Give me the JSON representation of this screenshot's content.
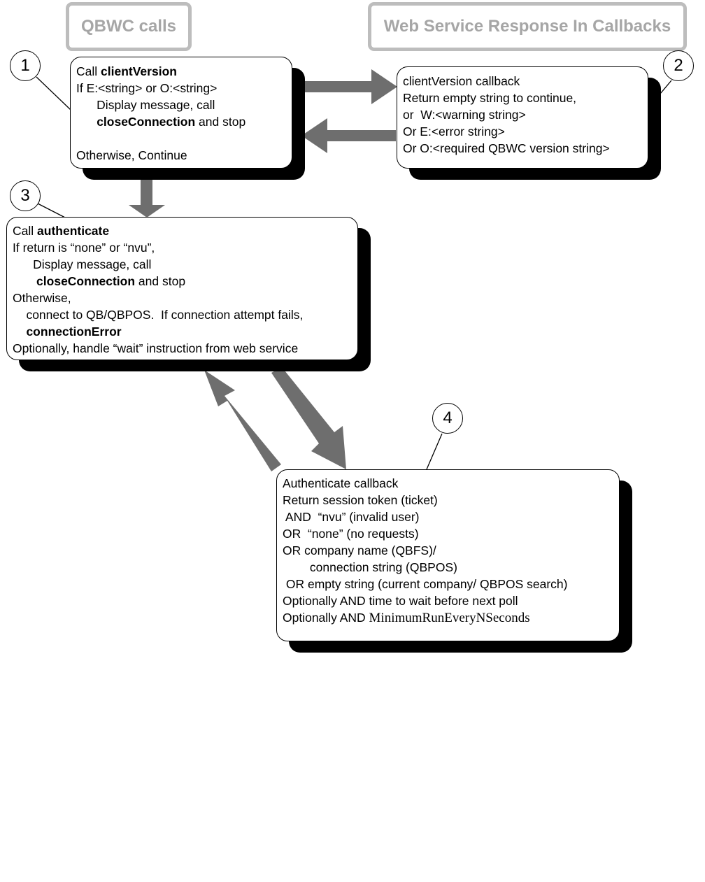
{
  "headers": {
    "qbwc": "QBWC calls",
    "web_service": "Web Service Response In Callbacks"
  },
  "steps": [
    {
      "number": "1",
      "lines": [
        [
          "Call ",
          "clientVersion"
        ],
        [
          "If E:<string> or O:<string>"
        ],
        [
          "      Display message, call"
        ],
        [
          "      ",
          "closeConnection",
          " and stop"
        ],
        [
          ""
        ],
        [
          "Otherwise, Continue"
        ]
      ]
    },
    {
      "number": "2",
      "lines": [
        [
          "clientVersion callback"
        ],
        [
          "Return empty string to continue,"
        ],
        [
          "or  W:<warning string>"
        ],
        [
          "Or E:<error string>"
        ],
        [
          "Or O:<required QBWC version string>"
        ]
      ]
    },
    {
      "number": "3",
      "lines": [
        [
          "Call ",
          "authenticate"
        ],
        [
          "If return is “none” or “nvu”,"
        ],
        [
          "      Display message, call"
        ],
        [
          "       ",
          "closeConnection",
          " and stop"
        ],
        [
          "Otherwise,"
        ],
        [
          "    connect to QB/QBPOS.  If connection attempt fails,"
        ],
        [
          "    ",
          "connectionError"
        ],
        [
          "Optionally, handle “wait” instruction from web service"
        ]
      ]
    },
    {
      "number": "4",
      "lines": [
        [
          "Authenticate callback"
        ],
        [
          "Return session token (ticket)"
        ],
        [
          " AND  “nvu” (invalid user)"
        ],
        [
          "OR  “none” (no requests)"
        ],
        [
          "OR company name (QBFS)/"
        ],
        [
          "        connection string (QBPOS)"
        ],
        [
          " OR empty string (current company/ QBPOS search)"
        ],
        [
          "Optionally AND time to wait before next poll"
        ],
        [
          "Optionally AND ",
          "MinimumRunEveryNSeconds"
        ]
      ]
    }
  ],
  "colors": {
    "arrow": "#6e6e6e",
    "header_border": "#bdbdbd",
    "header_text": "#a6a6a6",
    "shadow": "#000000"
  }
}
